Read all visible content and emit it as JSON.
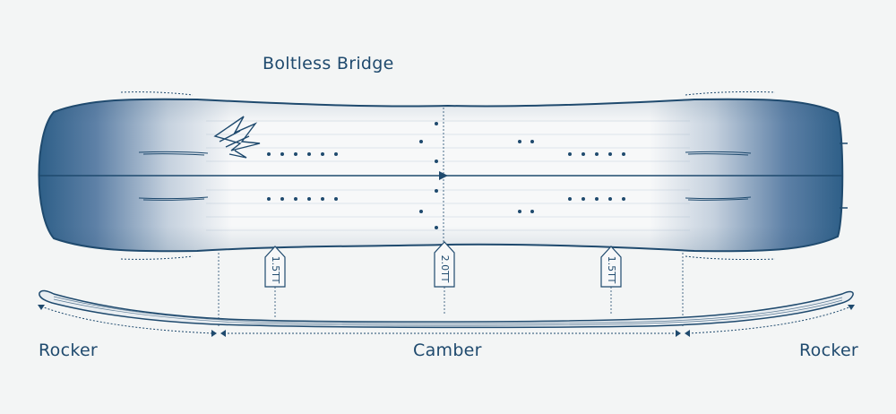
{
  "title": "Boltless Bridge",
  "labels": {
    "rocker_left": "Rocker",
    "camber": "Camber",
    "rocker_right": "Rocker"
  },
  "tags": [
    {
      "id": "tag-left",
      "text": "1.5TT"
    },
    {
      "id": "tag-center",
      "text": "2.0TT"
    },
    {
      "id": "tag-right",
      "text": "1.5TT"
    }
  ],
  "colors": {
    "ink": "#1f4a6e",
    "background": "#f3f5f5",
    "board_edge": "#2b5a82"
  }
}
